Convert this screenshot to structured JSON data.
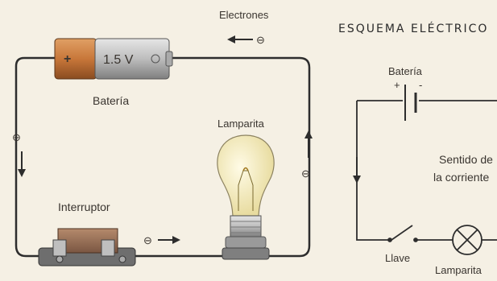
{
  "left": {
    "battery_label": "Batería",
    "battery_voltage": "1.5 V",
    "battery_plus": "+",
    "electrons_label": "Electrones",
    "electron_symbol": "⊖",
    "lamp_label": "Lamparita",
    "switch_label": "Interruptor",
    "colors": {
      "wire": "#2d2d2d",
      "battery_copper": "#c8773a",
      "battery_silver": "#bfbfbf",
      "bulb_glass": "#f7f0c8"
    }
  },
  "right": {
    "title": "ESQUEMA ELÉCTRICO",
    "battery_label": "Batería",
    "plus": "+",
    "minus": "-",
    "current_label_1": "Sentido de",
    "current_label_2": "la corriente",
    "switch_label": "Llave",
    "lamp_label": "Lamparita"
  }
}
